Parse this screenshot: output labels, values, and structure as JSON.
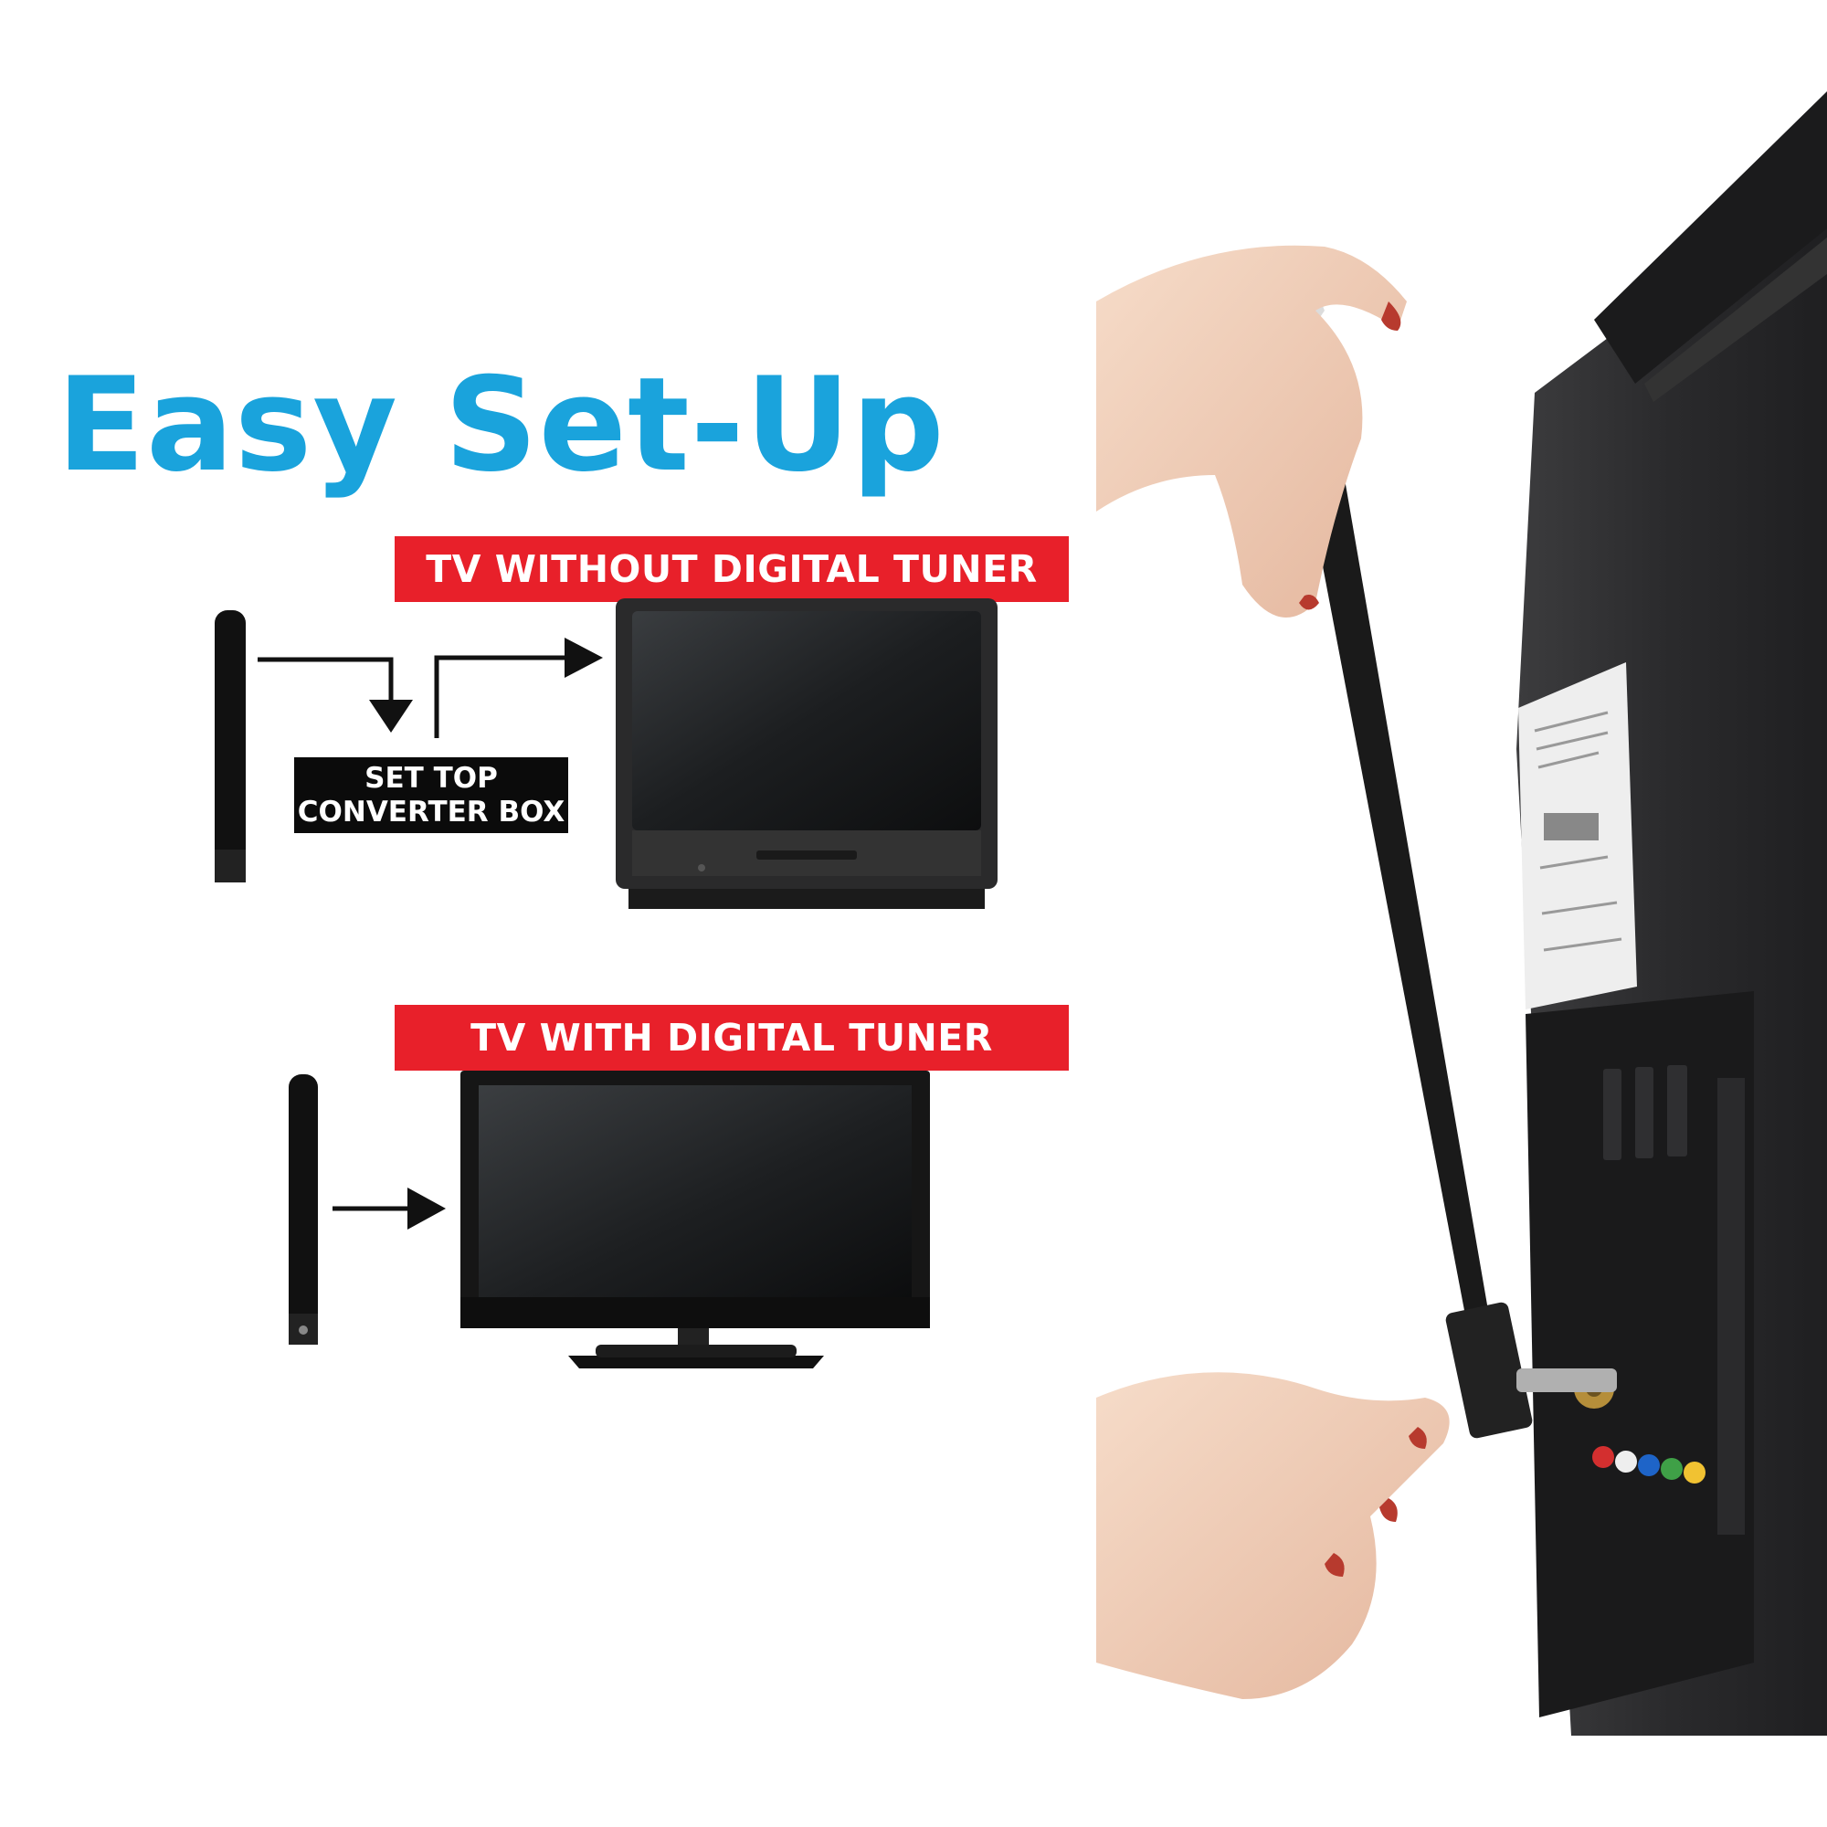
{
  "title": "Easy Set-Up",
  "section_without": {
    "banner": "TV WITHOUT DIGITAL TUNER",
    "box_line1": "SET TOP",
    "box_line2": "CONVERTER BOX"
  },
  "section_with": {
    "banner": "TV WITH DIGITAL TUNER"
  },
  "colors": {
    "title": "#1aa3dc",
    "banner": "#e8202a",
    "box": "#0b0b0b"
  }
}
